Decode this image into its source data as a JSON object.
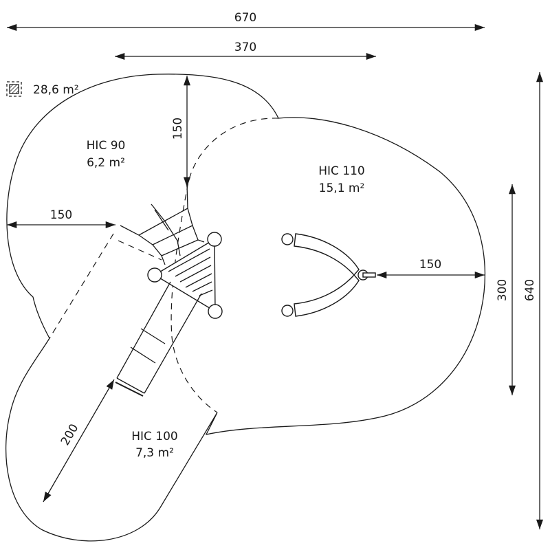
{
  "legend": {
    "icon": "hatched-square-icon",
    "total_area": "28,6 m²"
  },
  "zones": [
    {
      "hic": "HIC 90",
      "area": "6,2 m²"
    },
    {
      "hic": "HIC 110",
      "area": "15,1 m²"
    },
    {
      "hic": "HIC 100",
      "area": "7,3 m²"
    }
  ],
  "dimensions": {
    "overall_width": "670",
    "inner_width": "370",
    "overall_height": "640",
    "swing_depth": "300",
    "top_clearance": "150",
    "left_clearance": "150",
    "right_clearance": "150",
    "slide_clearance": "200"
  }
}
